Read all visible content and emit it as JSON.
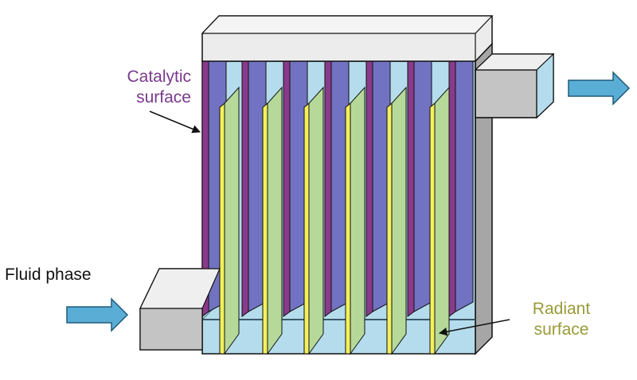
{
  "labels": {
    "catalytic_line1": "Catalytic",
    "catalytic_line2": "surface",
    "radiant_line1": "Radiant",
    "radiant_line2": "surface",
    "fluid": "Fluid phase"
  },
  "colors": {
    "catalytic_text": "#7a3a8c",
    "radiant_text": "#9a9a3a",
    "fluid_text": "#111111",
    "housing_top": "#ececec",
    "housing_side": "#a6a6a6",
    "housing_edge": "#111111",
    "chamber": "#b4dcec",
    "catalytic_plate": "#7272c2",
    "catalytic_edge": "#8a3a8a",
    "radiant_plate": "#b6d99a",
    "radiant_edge": "#f4f05a",
    "port_face": "#c4c4c4",
    "port_top": "#efefef",
    "flow_arrow": "#5aaed6"
  },
  "icons": {
    "inlet": "right-arrow-icon",
    "outlet": "right-arrow-icon"
  }
}
